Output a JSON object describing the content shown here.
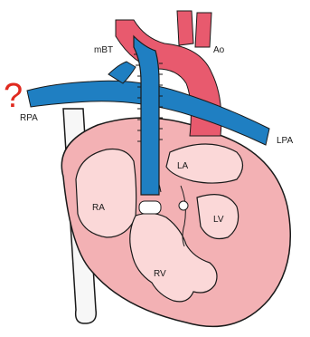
{
  "diagram": {
    "question_mark": "?",
    "labels": {
      "mbt": "mBT",
      "ao": "Ao",
      "rpa": "RPA",
      "lpa": "LPA",
      "la": "LA",
      "ra": "RA",
      "lv": "LV",
      "rv": "RV"
    }
  },
  "colors": {
    "blue_vessel": "#1f7fc2",
    "red_vessel": "#e85a6e",
    "heart_outer": "#f3b1b4",
    "heart_inner": "#fbd8d8",
    "outline": "#1a1a1a"
  }
}
